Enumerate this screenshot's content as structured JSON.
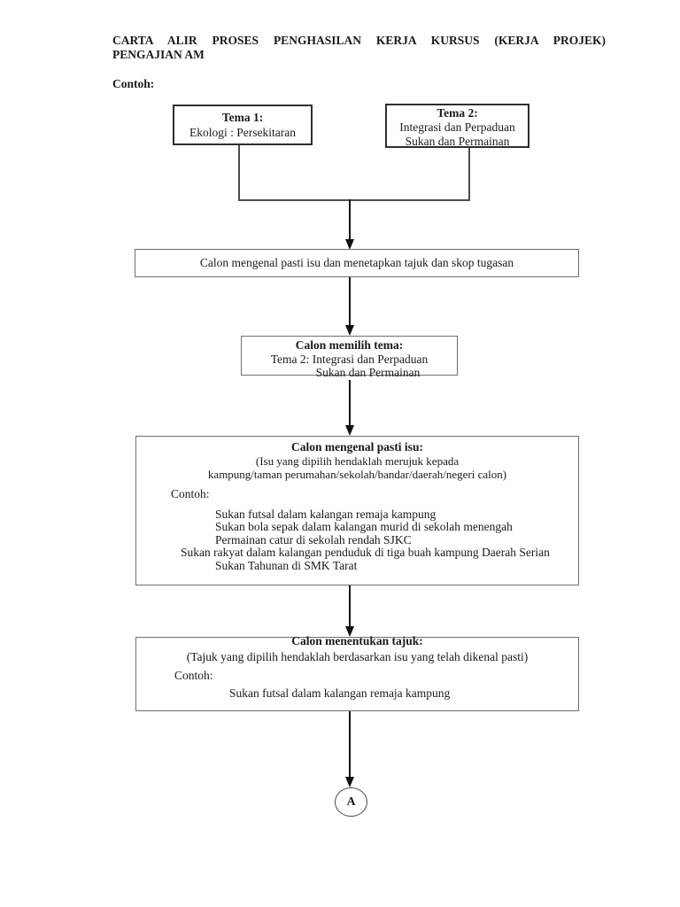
{
  "document": {
    "title_line1": "CARTA ALIR PROSES PENGHASILAN KERJA KURSUS (KERJA PROJEK)",
    "title_line2": "PENGAJIAN AM",
    "example_label": "Contoh:"
  },
  "flowchart": {
    "tema1": {
      "heading": "Tema 1:",
      "line1": "Ekologi : Persekitaran"
    },
    "tema2": {
      "heading": "Tema 2:",
      "line1": "Integrasi dan Perpaduan",
      "line2": "Sukan dan Permainan"
    },
    "step_identify_scope": {
      "text": "Calon mengenal pasti isu dan menetapkan tajuk dan skop tugasan"
    },
    "step_choose_theme": {
      "heading": "Calon memilih tema:",
      "line1": "Tema 2: Integrasi dan Perpaduan",
      "line2": "Sukan dan Permainan"
    },
    "step_identify_issue": {
      "heading": "Calon mengenal pasti isu:",
      "note_line1": "(Isu yang dipilih hendaklah merujuk kepada",
      "note_line2": "kampung/taman perumahan/sekolah/bandar/daerah/negeri calon)",
      "example_label": "Contoh:",
      "examples": [
        "Sukan futsal dalam kalangan remaja kampung",
        "Sukan bola sepak dalam kalangan murid di sekolah menengah",
        "Permainan catur di sekolah rendah SJKC",
        "Sukan rakyat dalam kalangan penduduk di tiga buah kampung Daerah Serian",
        "Sukan Tahunan di SMK Tarat"
      ]
    },
    "step_decide_title": {
      "heading": "Calon menentukan tajuk:",
      "note": "(Tajuk yang dipilih hendaklah berdasarkan isu yang telah dikenal pasti)",
      "example_label": "Contoh:",
      "example": "Sukan futsal dalam kalangan remaja kampung"
    },
    "connector_label": "A"
  },
  "colors": {
    "page_background": "#ffffff",
    "text": "#1a1a1a",
    "tema_box_border": "#2e2e2e",
    "step_box_border": "#6e6e6e",
    "connector_line": "#4d4d4d",
    "arrow": "#111111"
  }
}
